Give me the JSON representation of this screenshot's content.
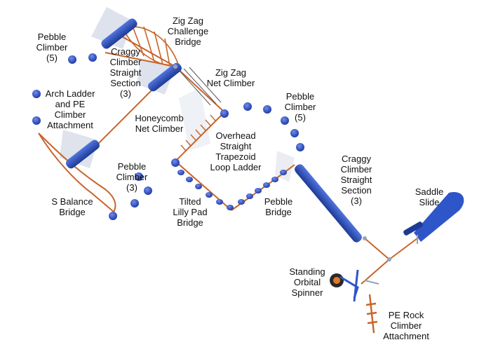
{
  "labels": {
    "zig_zag_challenge_bridge": "Zig Zag\nChallenge\nBridge",
    "pebble_climber_left": "Pebble\nClimber\n(5)",
    "craggy_climber_straight_top": "Craggy\nClimber\nStraight\nSection\n(3)",
    "zig_zag_net_climber": "Zig Zag\nNet Climber",
    "pebble_climber_right": "Pebble\nClimber\n(5)",
    "arch_ladder_pe_climber": "Arch Ladder\nand PE\nClimber\nAttachment",
    "honeycomb_net_climber": "Honeycomb\nNet Climber",
    "overhead_trapezoid_loop_ladder": "Overhead\nStraight\nTrapezoid\nLoop Ladder",
    "craggy_climber_straight_right": "Craggy\nClimber\nStraight\nSection\n(3)",
    "pebble_climber_mid": "Pebble\nClimber\n(3)",
    "saddle_slide": "Saddle\nSlide",
    "s_balance_bridge": "S Balance\nBridge",
    "tilted_lilly_pad_bridge": "Tilted\nLilly Pad\nBridge",
    "pebble_bridge": "Pebble\nBridge",
    "standing_orbital_spinner": "Standing\nOrbital\nSpinner",
    "pe_rock_climber_attachment": "PE Rock\nClimber\nAttachment"
  },
  "colors": {
    "cable": "#c8642a",
    "component": "#2f56c8",
    "component_dark": "#1d3a94",
    "pebble": "#3557d0",
    "post": "#9aa3b2"
  }
}
